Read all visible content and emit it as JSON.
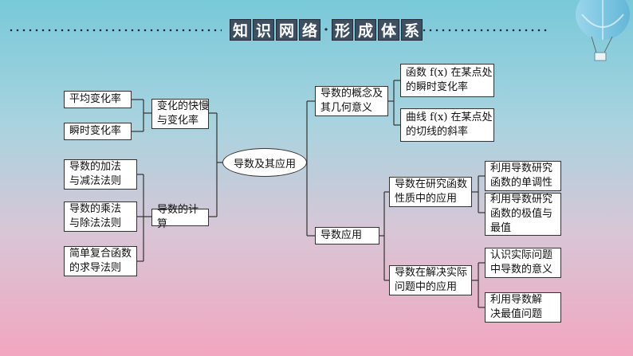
{
  "header": {
    "title_chars_left": [
      "知",
      "识",
      "网",
      "络"
    ],
    "separator": "·",
    "title_chars_right": [
      "形",
      "成",
      "体",
      "系"
    ]
  },
  "center": "导数及其应用",
  "left": {
    "branch1": {
      "label": "变化的快慢\n与变化率",
      "children": [
        "平均变化率",
        "瞬时变化率"
      ]
    },
    "branch2": {
      "label": "导数的计算",
      "children": [
        "导数的加法\n与减法法则",
        "导数的乘法\n与除法法则",
        "简单复合函数\n的求导法则"
      ]
    }
  },
  "right": {
    "branch1": {
      "label": "导数的概念及\n其几何意义",
      "children": [
        "函数 f(x) 在某点处\n的瞬时变化率",
        "曲线 f(x) 在某点处\n的切线的斜率"
      ]
    },
    "branch2": {
      "label": "导数应用",
      "sub1": {
        "label": "导数在研究函数\n性质中的应用",
        "children": [
          "利用导数研究\n函数的单调性",
          "利用导数研究\n函数的极值与\n最值"
        ]
      },
      "sub2": {
        "label": "导数在解决实际\n问题中的应用",
        "children": [
          "认识实际问题\n中导数的意义",
          "利用导数解\n决最值问题"
        ]
      }
    }
  },
  "colors": {
    "header_box": "#3e4f61",
    "line": "#333333"
  }
}
